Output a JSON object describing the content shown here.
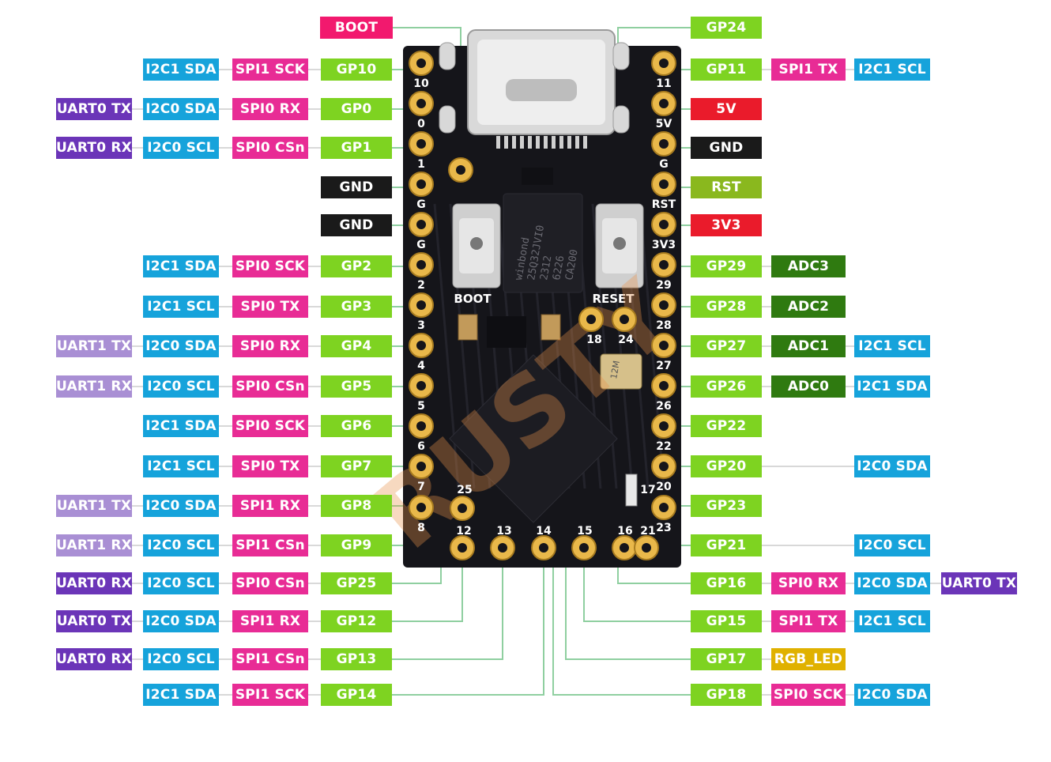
{
  "colors": {
    "gp": "#7ed321",
    "spi": "#e82c95",
    "i2c": "#16a3db",
    "uart0": "#6b35b8",
    "uart1": "#a98fd4",
    "boot": "#f2196e",
    "gnd": "#1a1a1a",
    "power": "#ea1b2b",
    "rst": "#8ab81e",
    "adc": "#2f7a10",
    "rgb": "#e0b100",
    "wire": "#8fcfa0",
    "wire_gray": "#cccccc"
  },
  "board": {
    "chip_marking": [
      "winbond",
      "25Q32JVI0",
      "2312",
      "6226",
      "CA200"
    ],
    "boot_button_label": "BOOT",
    "reset_button_label": "RESET",
    "left_pin_numbers": [
      "10",
      "0",
      "1",
      "G",
      "G",
      "2",
      "3",
      "4",
      "5",
      "6",
      "7",
      "8"
    ],
    "right_pin_numbers": [
      "11",
      "5V",
      "G",
      "RST",
      "3V3",
      "29",
      "28",
      "27",
      "26",
      "22",
      "20",
      "23"
    ],
    "bottom_pin_numbers": [
      "12",
      "13",
      "14",
      "15",
      "16",
      "21"
    ],
    "inner_pin_numbers": [
      "18",
      "24",
      "25",
      "17"
    ],
    "crystal_text": "12M",
    "watermark": "RUSTY"
  },
  "left_pins": [
    {
      "gp": "BOOT",
      "labels": []
    },
    {
      "gp": "GP10",
      "labels": [
        "SPI1 SCK",
        "I2C1 SDA"
      ]
    },
    {
      "gp": "GP0",
      "labels": [
        "SPI0 RX",
        "I2C0 SDA",
        "UART0 TX"
      ]
    },
    {
      "gp": "GP1",
      "labels": [
        "SPI0 CSn",
        "I2C0 SCL",
        "UART0 RX"
      ]
    },
    {
      "gp": "GND",
      "labels": []
    },
    {
      "gp": "GND",
      "labels": []
    },
    {
      "gp": "GP2",
      "labels": [
        "SPI0 SCK",
        "I2C1 SDA"
      ]
    },
    {
      "gp": "GP3",
      "labels": [
        "SPI0 TX",
        "I2C1 SCL"
      ]
    },
    {
      "gp": "GP4",
      "labels": [
        "SPI0 RX",
        "I2C0 SDA",
        "UART1 TX"
      ]
    },
    {
      "gp": "GP5",
      "labels": [
        "SPI0 CSn",
        "I2C0 SCL",
        "UART1 RX"
      ]
    },
    {
      "gp": "GP6",
      "labels": [
        "SPI0 SCK",
        "I2C1 SDA"
      ]
    },
    {
      "gp": "GP7",
      "labels": [
        "SPI0 TX",
        "I2C1 SCL"
      ]
    },
    {
      "gp": "GP8",
      "labels": [
        "SPI1 RX",
        "I2C0 SDA",
        "UART1 TX"
      ]
    },
    {
      "gp": "GP9",
      "labels": [
        "SPI1 CSn",
        "I2C0 SCL",
        "UART1 RX"
      ]
    },
    {
      "gp": "GP25",
      "labels": [
        "SPI0 CSn",
        "I2C0 SCL",
        "UART0 RX"
      ]
    },
    {
      "gp": "GP12",
      "labels": [
        "SPI1 RX",
        "I2C0 SDA",
        "UART0 TX"
      ]
    },
    {
      "gp": "GP13",
      "labels": [
        "SPI1 CSn",
        "I2C0 SCL",
        "UART0 RX"
      ]
    },
    {
      "gp": "GP14",
      "labels": [
        "SPI1 SCK",
        "I2C1 SDA"
      ]
    }
  ],
  "right_pins": [
    {
      "gp": "GP24",
      "labels": []
    },
    {
      "gp": "GP11",
      "labels": [
        "SPI1 TX",
        "I2C1 SCL"
      ]
    },
    {
      "gp": "5V",
      "labels": []
    },
    {
      "gp": "GND",
      "labels": []
    },
    {
      "gp": "RST",
      "labels": []
    },
    {
      "gp": "3V3",
      "labels": []
    },
    {
      "gp": "GP29",
      "labels": [
        "ADC3"
      ]
    },
    {
      "gp": "GP28",
      "labels": [
        "ADC2"
      ]
    },
    {
      "gp": "GP27",
      "labels": [
        "ADC1",
        "I2C1 SCL"
      ]
    },
    {
      "gp": "GP26",
      "labels": [
        "ADC0",
        "I2C1 SDA"
      ]
    },
    {
      "gp": "GP22",
      "labels": []
    },
    {
      "gp": "GP20",
      "labels": [
        "",
        "I2C0 SDA"
      ]
    },
    {
      "gp": "GP23",
      "labels": []
    },
    {
      "gp": "GP21",
      "labels": [
        "",
        "I2C0 SCL"
      ]
    },
    {
      "gp": "GP16",
      "labels": [
        "SPI0 RX",
        "I2C0 SDA",
        "UART0 TX"
      ]
    },
    {
      "gp": "GP15",
      "labels": [
        "SPI1 TX",
        "I2C1 SCL"
      ]
    },
    {
      "gp": "GP17",
      "labels": [
        "RGB_LED"
      ]
    },
    {
      "gp": "GP18",
      "labels": [
        "SPI0 SCK",
        "I2C0 SDA"
      ]
    }
  ]
}
